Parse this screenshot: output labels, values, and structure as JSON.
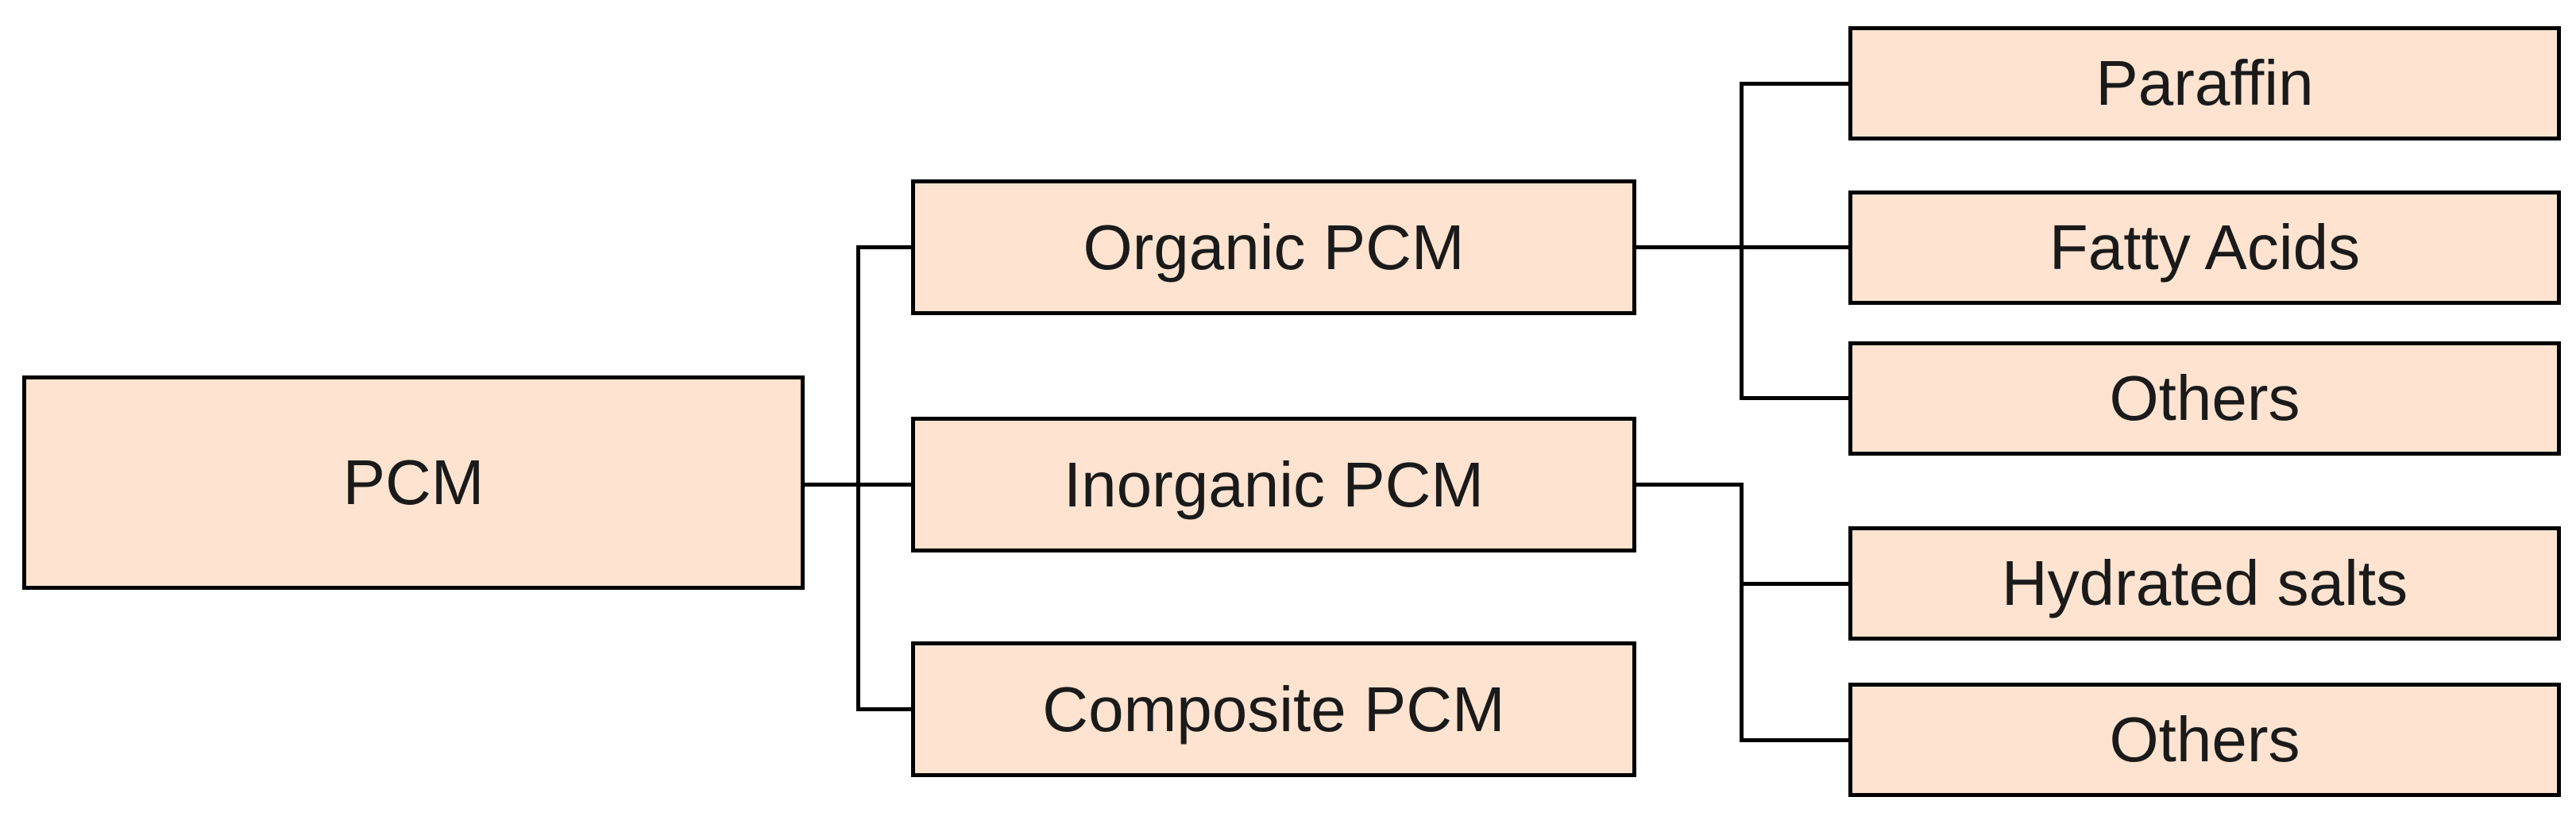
{
  "colors": {
    "background": "#ffffff",
    "box_fill": "#fde3d0",
    "box_border": "#000000",
    "connector": "#000000",
    "text": "#1a1a1a"
  },
  "nodes": {
    "pcm": {
      "label": "PCM"
    },
    "organic_pcm": {
      "label": "Organic PCM"
    },
    "inorganic_pcm": {
      "label": "Inorganic PCM"
    },
    "composite_pcm": {
      "label": "Composite PCM"
    },
    "paraffin": {
      "label": "Paraffin"
    },
    "fatty_acids": {
      "label": "Fatty Acids"
    },
    "others_organic": {
      "label": "Others"
    },
    "hydrated_salts": {
      "label": "Hydrated salts"
    },
    "others_inorganic": {
      "label": "Others"
    }
  },
  "hierarchy": {
    "PCM": {
      "Organic PCM": [
        "Paraffin",
        "Fatty Acids",
        "Others"
      ],
      "Inorganic PCM": [
        "Hydrated salts",
        "Others"
      ],
      "Composite PCM": []
    }
  }
}
